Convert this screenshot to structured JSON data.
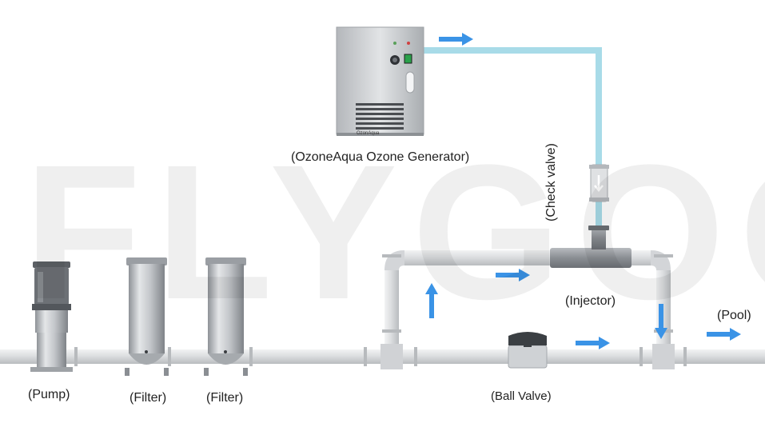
{
  "watermark": "FLYGOO",
  "generator": {
    "label": "(OzoneAqua Ozone Generator)",
    "brand": "OzonAqua"
  },
  "check_valve": {
    "label": "(Check valve)"
  },
  "injector": {
    "label": "(Injector)"
  },
  "pool": {
    "label": "(Pool)"
  },
  "pump": {
    "label": "(Pump)"
  },
  "filter_1": {
    "label": "(Filter)"
  },
  "filter_2": {
    "label": "(Filter)"
  },
  "ball_valve": {
    "label": "(Ball Valve)"
  },
  "colors": {
    "pipe": "#d8dadc",
    "pipe_edge": "#b7babd",
    "ozone_line": "#a8dbe8",
    "arrow": "#3a93e6",
    "steel": "#c9ccd0",
    "valve_handle": "#3b3f43"
  }
}
